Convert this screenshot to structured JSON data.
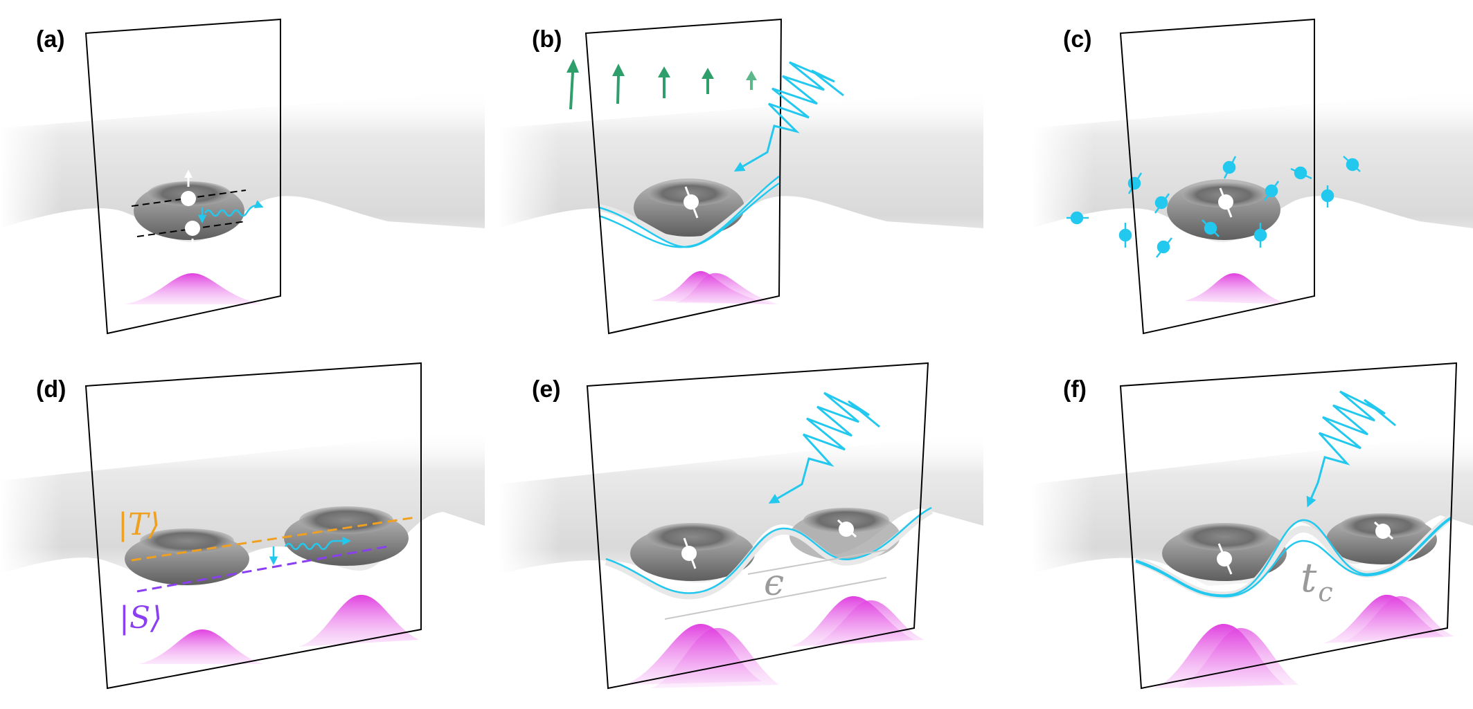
{
  "panels": {
    "a": {
      "label": "(a)"
    },
    "b": {
      "label": "(b)"
    },
    "c": {
      "label": "(c)"
    },
    "d": {
      "label": "(d)"
    },
    "e": {
      "label": "(e)"
    },
    "f": {
      "label": "(f)"
    }
  },
  "state_labels": {
    "triplet": "|T⟩",
    "singlet": "|S⟩"
  },
  "parameters": {
    "detuning": "ϵ",
    "tunnel_coupling_base": "t",
    "tunnel_coupling_sub": "c"
  },
  "colors": {
    "cyan": "#22c8ee",
    "magenta": "#e040e0",
    "green": "#2e9e6a",
    "orange": "#f0a020",
    "purple": "#8a3ff0",
    "frame": "#000000",
    "grey_label": "#9a9a9a"
  }
}
